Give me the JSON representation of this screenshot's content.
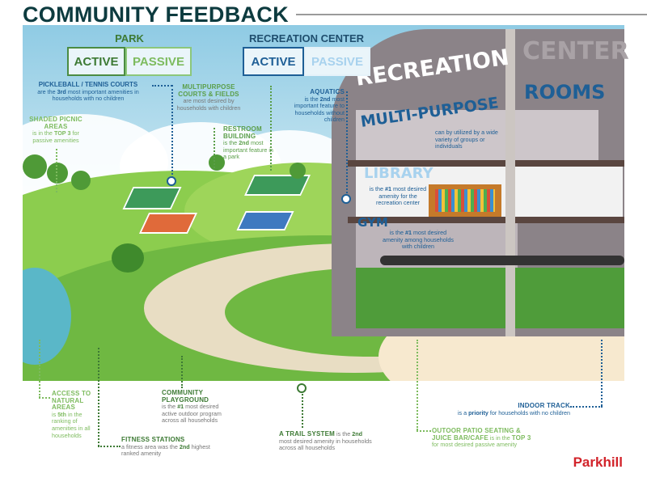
{
  "header": {
    "title": "COMMUNITY FEEDBACK"
  },
  "toggles": {
    "park": {
      "title": "PARK",
      "active": "ACTIVE",
      "passive": "PASSIVE"
    },
    "recreation": {
      "title": "RECREATION CENTER",
      "active": "ACTIVE",
      "passive": "PASSIVE"
    }
  },
  "building": {
    "sign_left": "RECREATION",
    "sign_right": "CENTER",
    "multipurpose": "MULTI-PURPOSE",
    "rooms": "ROOMS",
    "library": "LIBRARY",
    "gym": "GYM"
  },
  "callouts": {
    "pickleball": {
      "head": "PICKLEBALL / TENNIS COURTS",
      "pre": "are the ",
      "em": "3rd",
      "post": " most important amenities in households with no children"
    },
    "multipurpose_courts": {
      "head": "MULTIPURPOSE COURTS & FIELDS",
      "text": "are most desired by households with children"
    },
    "picnic": {
      "head": "SHADED PICNIC AREAS",
      "pre": "is in the ",
      "em": "TOP 3",
      "post": " for passive amenities"
    },
    "restroom": {
      "head": "RESTROOM BUILDING",
      "pre": "is the ",
      "em": "2nd",
      "post": " most important feature in a park"
    },
    "aquatics": {
      "head": "AQUATICS",
      "pre": "is the ",
      "em": "2nd",
      "post": " most important feature to households without children"
    },
    "multipurpose_rooms": {
      "text": "can by utilized by a wide variety of groups or individuals"
    },
    "library": {
      "pre": "is the ",
      "em": "#1",
      "post": " most desired amenity for the recreation center"
    },
    "gym": {
      "pre": "is the ",
      "em": "#1",
      "post": " most desired amenity among households with children"
    },
    "natural": {
      "head": "ACCESS TO NATURAL AREAS",
      "pre": "is ",
      "em": "5th",
      "post": " in the ranking of amenities in all households"
    },
    "fitness": {
      "head": "FITNESS STATIONS",
      "pre": "a fitness area was the ",
      "em": "2nd",
      "post": " highest ranked amenity"
    },
    "playground": {
      "head": "COMMUNITY PLAYGROUND",
      "pre": "is the ",
      "em": "#1",
      "post": " most desired active outdoor program across all households"
    },
    "trail": {
      "head": "A TRAIL SYSTEM",
      "pre": " is the ",
      "em": "2nd",
      "post": " most desired amenity in households across all households"
    },
    "track": {
      "head": "INDOOR TRACK",
      "pre": "is a ",
      "em": "priority",
      "post": " for households with no children"
    },
    "patio": {
      "head": "OUTOOR PATIO SEATING & JUICE BAR/CAFE",
      "mid": " is in the ",
      "em": "TOP 3",
      "post": "for most desired passive amenity"
    }
  },
  "brand": {
    "logo": "Parkhill"
  },
  "colors": {
    "title": "#0d3b3f",
    "blue": "#1e5f96",
    "green": "#5a9e48",
    "light_green": "#7dbb5e",
    "brand_red": "#d2232a"
  }
}
